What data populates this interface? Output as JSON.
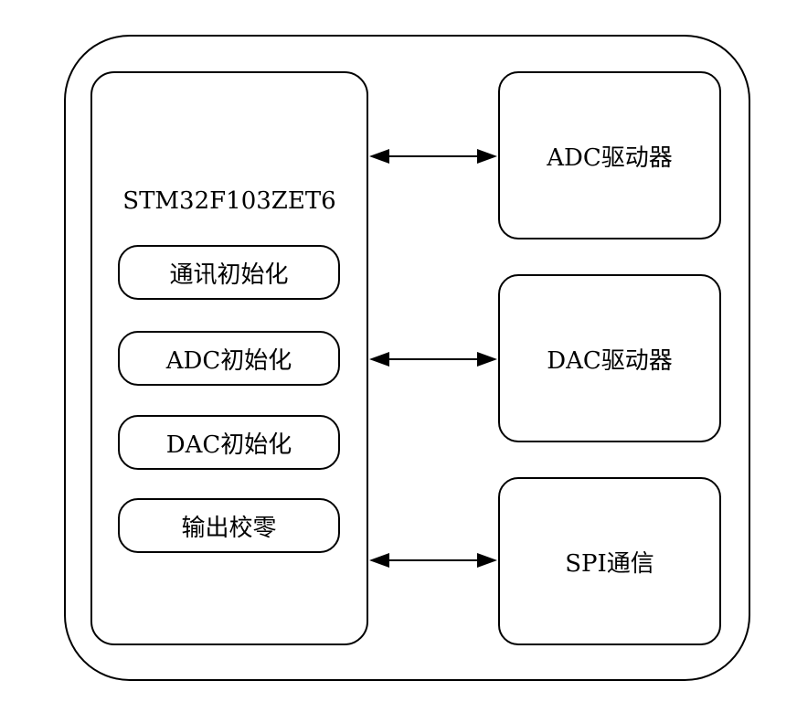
{
  "mcu": {
    "title": "STM32F103ZET6",
    "functions": [
      {
        "label": "通讯初始化"
      },
      {
        "label": "ADC初始化"
      },
      {
        "label": "DAC初始化"
      },
      {
        "label": "输出校零"
      }
    ]
  },
  "peripherals": [
    {
      "label": "ADC驱动器"
    },
    {
      "label": "DAC驱动器"
    },
    {
      "label": "SPI通信"
    }
  ],
  "connections": [
    {
      "from": "STM32F103ZET6",
      "to": "ADC驱动器",
      "direction": "bidirectional"
    },
    {
      "from": "STM32F103ZET6",
      "to": "DAC驱动器",
      "direction": "bidirectional"
    },
    {
      "from": "STM32F103ZET6",
      "to": "SPI通信",
      "direction": "bidirectional"
    }
  ],
  "colors": {
    "stroke": "#000000",
    "background": "#ffffff"
  }
}
